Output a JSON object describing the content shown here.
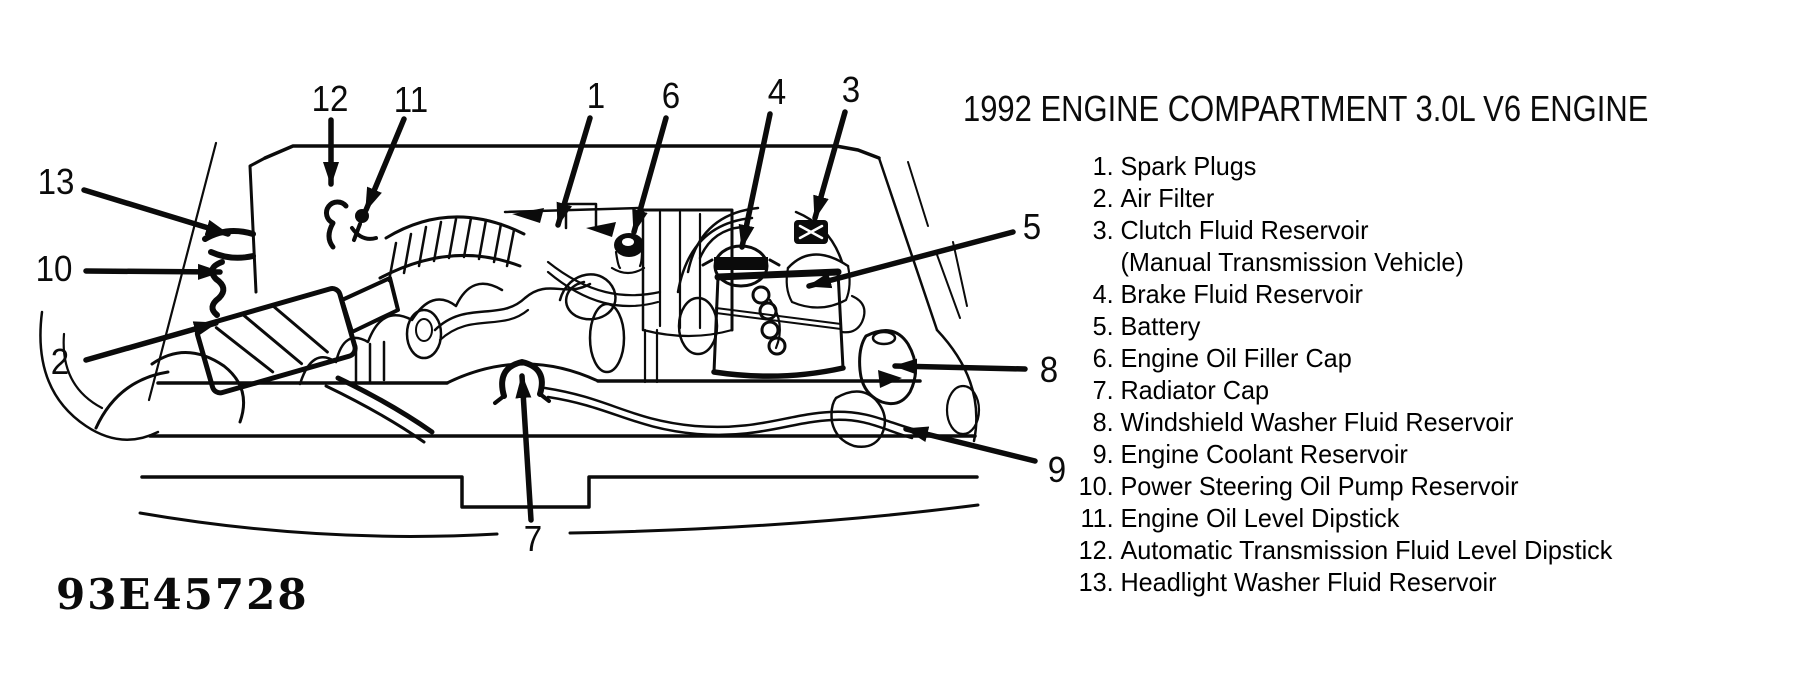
{
  "legend": {
    "title": "1992 ENGINE COMPARTMENT 3.0L V6 ENGINE",
    "items": [
      {
        "number": "1.",
        "text": "Spark Plugs"
      },
      {
        "number": "2.",
        "text": "Air Filter"
      },
      {
        "number": "3.",
        "text": "Clutch Fluid Reservoir",
        "note": "(Manual Transmission Vehicle)"
      },
      {
        "number": "4.",
        "text": "Brake Fluid Reservoir"
      },
      {
        "number": "5.",
        "text": "Battery"
      },
      {
        "number": "6.",
        "text": "Engine Oil Filler Cap"
      },
      {
        "number": "7.",
        "text": "Radiator Cap"
      },
      {
        "number": "8.",
        "text": "Windshield Washer Fluid Reservoir"
      },
      {
        "number": "9.",
        "text": "Engine Coolant Reservoir"
      },
      {
        "number": "10.",
        "text": "Power Steering Oil Pump Reservoir"
      },
      {
        "number": "11.",
        "text": "Engine Oil Level Dipstick"
      },
      {
        "number": "12.",
        "text": "Automatic Transmission Fluid Level Dipstick"
      },
      {
        "number": "13.",
        "text": "Headlight Washer Fluid Reservoir"
      }
    ]
  },
  "diagram": {
    "callout_numbers": [
      "1",
      "2",
      "3",
      "4",
      "5",
      "6",
      "7",
      "8",
      "9",
      "10",
      "11",
      "12",
      "13"
    ]
  },
  "figure_code": "93E45728",
  "colors": {
    "ink": "#0b0b0b",
    "paper": "#ffffff"
  }
}
